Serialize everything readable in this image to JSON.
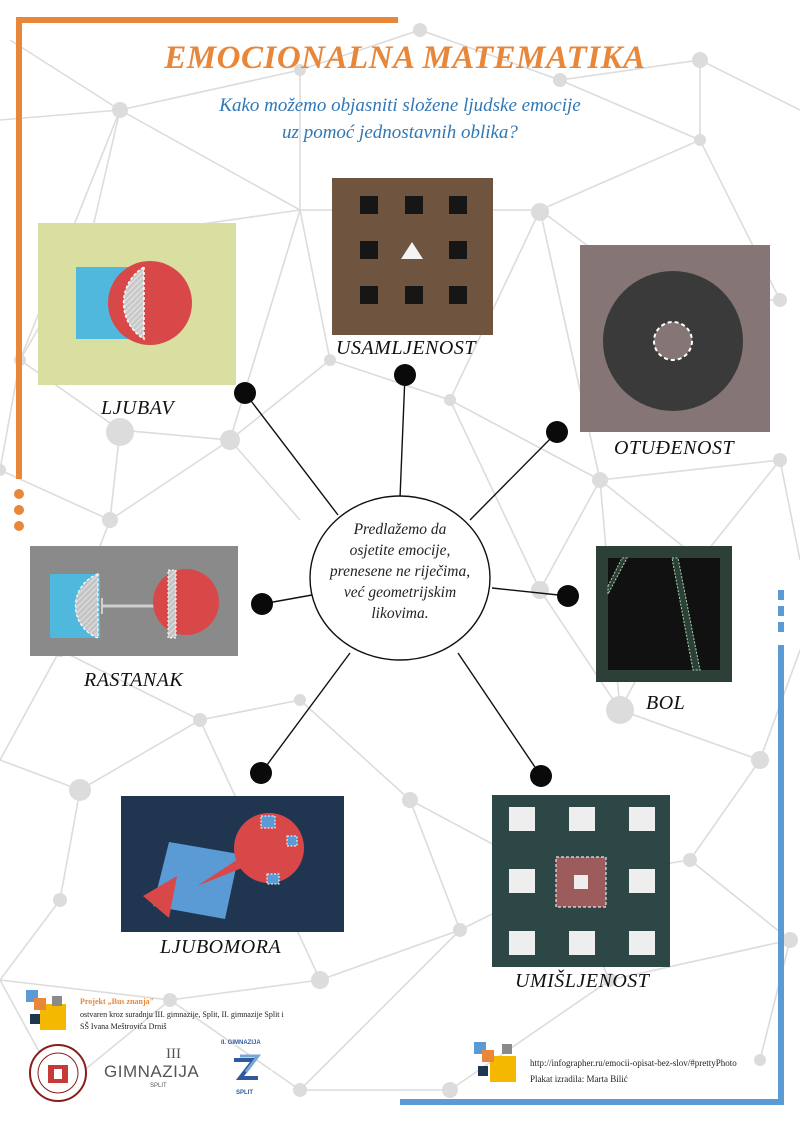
{
  "title": "EMOCIONALNA MATEMATIKA",
  "subtitle": {
    "line1": "Kako možemo objasniti složene ljudske emocije",
    "line2": "uz pomoć jednostavnih oblika?"
  },
  "center": {
    "line1": "Predlažemo da",
    "line2": "osjetite emocije,",
    "line3": "prenesene ne riječima,",
    "line4": "već geometrijskim",
    "line5": "likovima."
  },
  "emotions": {
    "ljubav": "LJUBAV",
    "usamljenost": "USAMLJENOST",
    "otudenost": "OTUĐENOST",
    "rastanak": "RASTANAK",
    "bol": "BOL",
    "ljubomora": "LJUBOMORA",
    "umisljenost": "UMIŠLJENOST"
  },
  "footer": {
    "project_label": "Projekt „Bus znanja\"",
    "collab_line1": "ostvaren kroz suradnju III. gimnazije, Split, II. gimnazije Split i",
    "collab_line2": "SŠ Ivana Meštrovića Drniš",
    "url": "http://infographer.ru/emocii-opisat-bez-slov/#prettyPhoto",
    "author": "Plakat izradila: Marta Bilić"
  },
  "logos": {
    "gimnazija_text": "GIMNAZIJA",
    "gimnazija_sub": "SPLIT",
    "gimnazija_num": "III",
    "second_logo_text": "II. GIMNAZIJA",
    "second_logo_sub": "SPLIT"
  },
  "colors": {
    "title": "#e8873a",
    "subtitle": "#2f77b6",
    "frame_orange": "#e8873a",
    "frame_blue": "#5a9bd5",
    "love_bg": "#d9dfa0",
    "cyan": "#4fb8dc",
    "red": "#d94848",
    "brown": "#6f5440",
    "taupe": "#857575",
    "gray": "#8a8a8a",
    "green_dark": "#2d4038",
    "navy": "#1f3550",
    "teal_dark": "#2d4747"
  }
}
